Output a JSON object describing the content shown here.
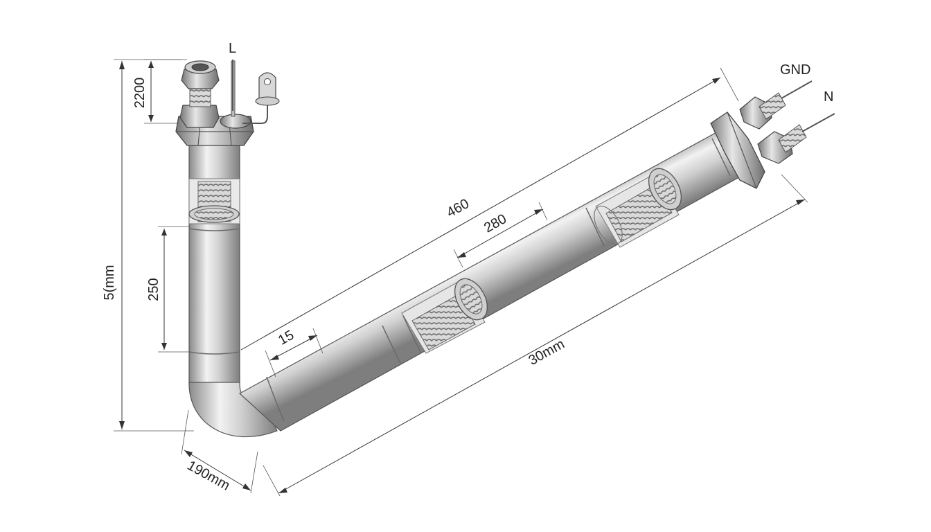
{
  "diagram": {
    "labels": {
      "terminal_l": "L",
      "terminal_gnd": "GND",
      "terminal_n": "N"
    },
    "dimensions": {
      "total_height": "5(mm",
      "top_fitting": "2200",
      "vertical_section": "250",
      "diagonal_overall": "460",
      "diagonal_middle": "280",
      "small_segment": "15",
      "bottom_length": "30mm",
      "bend_radius": "190mm"
    }
  }
}
